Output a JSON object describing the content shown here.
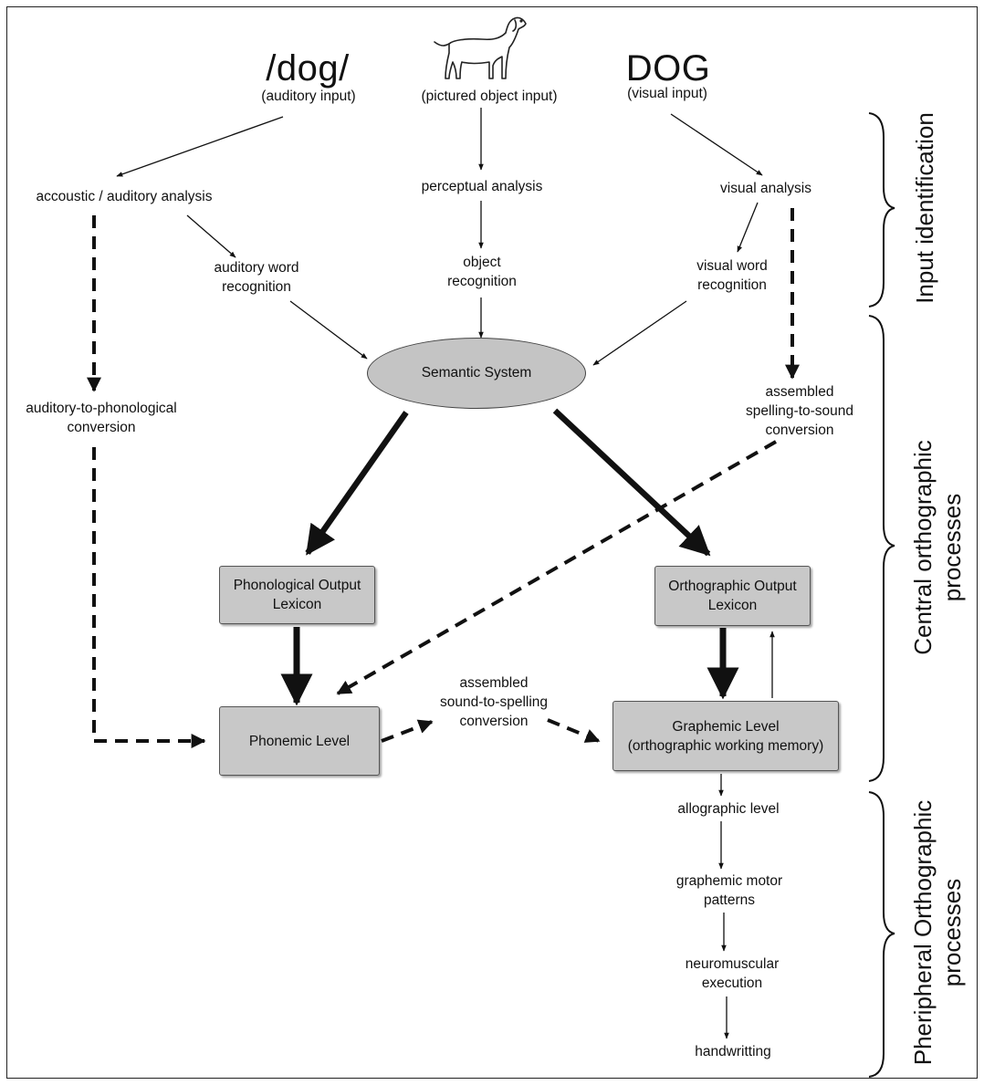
{
  "inputs": {
    "auditory": {
      "symbol": "/dog/",
      "label": "(auditory input)"
    },
    "picture": {
      "label": "(pictured object input)",
      "icon": "dog-illustration"
    },
    "visual": {
      "symbol": "DOG",
      "label": "(visual input)"
    }
  },
  "nodes": {
    "acoustic_analysis": "accoustic / auditory analysis",
    "auditory_word_recognition": [
      "auditory word",
      "recognition"
    ],
    "perceptual_analysis": "perceptual analysis",
    "object_recognition": [
      "object",
      "recognition"
    ],
    "visual_analysis": "visual analysis",
    "visual_word_recognition": [
      "visual word",
      "recognition"
    ],
    "semantic_system": "Semantic System",
    "auditory_to_phonological": [
      "auditory-to-phonological",
      "conversion"
    ],
    "spelling_to_sound": [
      "assembled",
      "spelling-to-sound",
      "conversion"
    ],
    "phonological_output_lexicon": [
      "Phonological Output",
      "Lexicon"
    ],
    "orthographic_output_lexicon": [
      "Orthographic  Output",
      "Lexicon"
    ],
    "phonemic_level": "Phonemic Level",
    "sound_to_spelling": [
      "assembled",
      "sound-to-spelling",
      "conversion"
    ],
    "graphemic_level": [
      "Graphemic Level",
      "(orthographic working memory)"
    ],
    "allographic_level": "allographic level",
    "graphemic_motor_patterns": [
      "graphemic motor",
      "patterns"
    ],
    "neuromuscular_execution": [
      "neuromuscular",
      "execution"
    ],
    "handwriting": "handwritting"
  },
  "stages": {
    "input_identification": "Input identification",
    "central": [
      "Central orthographic",
      "processes"
    ],
    "peripheral": [
      "Pheripheral Orthographic",
      "processes"
    ]
  }
}
